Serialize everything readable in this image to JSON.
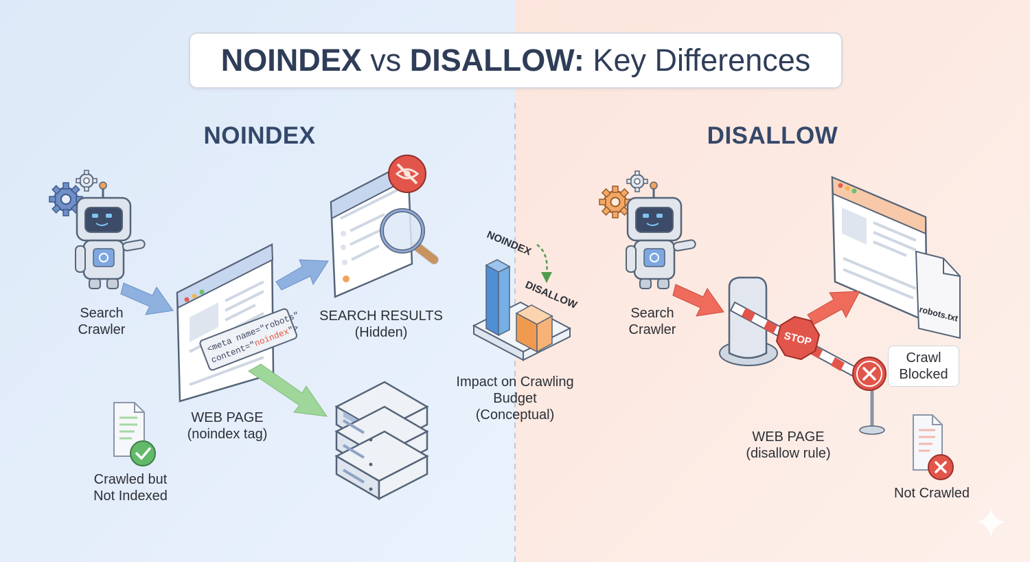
{
  "title": {
    "noindex": "NOINDEX",
    "vs": " vs ",
    "disallow": "DISALLOW:",
    "rest": " Key Differences"
  },
  "left": {
    "heading": "NOINDEX",
    "crawler_line1": "Search",
    "crawler_line2": "Crawler",
    "webpage_line1": "WEB PAGE",
    "webpage_line2": "(noindex tag)",
    "meta_line1": "<meta name=\"robots\"",
    "meta_line2_a": "content=\"",
    "meta_line2_b": "noindex",
    "meta_line2_c": "\">",
    "results_line1": "SEARCH RESULTS",
    "results_line2": "(Hidden)",
    "crawled_line1": "Crawled but",
    "crawled_line2": "Not Indexed"
  },
  "center": {
    "noindex_label": "NOINDEX",
    "disallow_label": "DISALLOW",
    "caption_line1": "Impact on Crawling",
    "caption_line2": "Budget",
    "caption_line3": "(Conceptual)"
  },
  "right": {
    "heading": "DISALLOW",
    "crawler_line1": "Search",
    "crawler_line2": "Crawler",
    "stop_sign": "STOP",
    "robots_file": "robots.txt",
    "blocked_line1": "Crawl",
    "blocked_line2": "Blocked",
    "webpage_line1": "WEB PAGE",
    "webpage_line2": "(disallow rule)",
    "notcrawled": "Not Crawled"
  },
  "colors": {
    "left_bg": "#e4eefa",
    "right_bg": "#fbe9e1",
    "arrow_blue": "#8fb1e0",
    "arrow_green": "#9fd69a",
    "arrow_red": "#ef6b5b",
    "bar_blue": "#5b9bdc",
    "bar_orange": "#f5a25b",
    "stop_red": "#e2554b"
  },
  "icons": [
    "gear-icon",
    "robot-icon",
    "browser-icon",
    "magnifier-icon",
    "hidden-eye-icon",
    "server-icon",
    "document-check-icon",
    "document-x-icon",
    "stop-sign-icon",
    "barrier-icon",
    "sparkle-icon"
  ]
}
